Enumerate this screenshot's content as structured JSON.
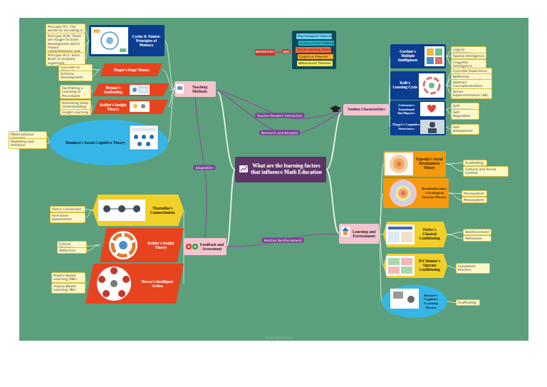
{
  "diagram": {
    "nodes": [
      {
        "text": [
          "What are the learning factors that influence Math Education"
        ]
      },
      {
        "text": [
          "Teaching Methods"
        ]
      },
      {
        "text": [
          "Student Characteristics"
        ]
      },
      {
        "text": [
          "Learning and Environment"
        ]
      },
      {
        "text": [
          "Feedback and Assessment"
        ]
      },
      {
        "text": [
          "REFERENCES"
        ]
      },
      {
        "text": [
          "Cycles & Nature: Principles of Memory"
        ]
      },
      {
        "text": [
          "Principle #1: The words for encoding is known."
        ]
      },
      {
        "text": [
          "Principle #10: There are stages to brain development which impact comprehension and skill development."
        ]
      },
      {
        "text": [
          "Principle #11: Each Brain is uniquely organized."
        ]
      },
      {
        "text": [
          "Piaget's Stage Theory"
        ]
      },
      {
        "text": [
          "Concrete to Abstract"
        ]
      },
      {
        "text": [
          "Schema Development"
        ]
      },
      {
        "text": [
          "Bruner's Scaffolding"
        ]
      },
      {
        "text": [
          "Facilitating a Learning of Procedures"
        ]
      },
      {
        "text": [
          "Kohler's Insight Theory"
        ]
      },
      {
        "text": [
          "Promoting Deep Understanding"
        ]
      },
      {
        "text": [
          "Insight Learning"
        ]
      },
      {
        "text": [
          "Bandura's Social Cognitive Theory"
        ]
      },
      {
        "text": [
          "Observational Learning"
        ]
      },
      {
        "text": [
          "Modelling and Imitation"
        ]
      },
      {
        "text": [
          "Gardner's Multiple Intelligences"
        ]
      },
      {
        "text": [
          "Logical Intelligence"
        ]
      },
      {
        "text": [
          "Spatial Intelligence"
        ]
      },
      {
        "text": [
          "Linguistic Intelligence"
        ]
      },
      {
        "text": [
          "Kolb's Learning Cycle"
        ]
      },
      {
        "text": [
          "Concrete Experience (CE)"
        ]
      },
      {
        "text": [
          "Reflective Observation (RO)"
        ]
      },
      {
        "text": [
          "Abstract Conceptualization (AC)"
        ]
      },
      {
        "text": [
          "Active Experimentation (AE)"
        ]
      },
      {
        "text": [
          "Goleman's Emotional Intelligence"
        ]
      },
      {
        "text": [
          "Self-Awareness"
        ]
      },
      {
        "text": [
          "Self-Regulation"
        ]
      },
      {
        "text": [
          "Piaget's Cognitive Structures"
        ]
      },
      {
        "text": [
          "Self-Assessment"
        ]
      },
      {
        "text": [
          "Vygotsky's Social Development Theory"
        ]
      },
      {
        "text": [
          "Scaffolding"
        ]
      },
      {
        "text": [
          "Cultural and Social Context"
        ]
      },
      {
        "text": [
          "Bronfenbrenner's Ecological Systems Theory"
        ]
      },
      {
        "text": [
          "Microsystem"
        ]
      },
      {
        "text": [
          "Mesosystem"
        ]
      },
      {
        "text": [
          "Pavlov's Classical Conditioning"
        ]
      },
      {
        "text": [
          "Reinforcement"
        ]
      },
      {
        "text": [
          "Motivation"
        ]
      },
      {
        "text": [
          "B F Skinner's Operant Conditioning"
        ]
      },
      {
        "text": [
          "Consistent Practice"
        ]
      },
      {
        "text": [
          "Bruner's Cognitive Learning Theory"
        ]
      },
      {
        "text": [
          "Scaffolding"
        ]
      },
      {
        "text": [
          "Thorndike's Connectionism"
        ]
      },
      {
        "text": [
          "Direct Connection"
        ]
      },
      {
        "text": [
          "Formative Assessment"
        ]
      },
      {
        "text": [
          "Kohler's Insight Theory"
        ]
      },
      {
        "text": [
          "Critical Thinking"
        ]
      },
      {
        "text": [
          "Reflection"
        ]
      },
      {
        "text": [
          "Dewey's Intelligent Action"
        ]
      },
      {
        "text": [
          "Project Based Learning (PBL)"
        ]
      },
      {
        "text": [
          "Inquiry Based Learning (IBL)"
        ]
      }
    ],
    "edges": [
      {
        "from": 0,
        "to": 1,
        "arrow": "none"
      },
      {
        "from": 0,
        "to": 2,
        "arrow": "none"
      },
      {
        "from": 0,
        "to": 3,
        "arrow": "none"
      },
      {
        "from": 0,
        "to": 4,
        "arrow": "none"
      },
      {
        "from": 1,
        "to": 2,
        "label": "Teacher-Student Interaction",
        "arrow": "none"
      },
      {
        "from": 1,
        "to": 2,
        "label": "Research and Analysis",
        "arrow": "none"
      },
      {
        "from": 1,
        "to": 4,
        "label": "Adaptation",
        "arrow": "none"
      },
      {
        "from": 4,
        "to": 3,
        "label": "Positive Reinforcement",
        "arrow": "none"
      },
      {
        "from": 1,
        "to": 6,
        "arrow": "none"
      },
      {
        "from": 1,
        "to": 10,
        "arrow": "none"
      },
      {
        "from": 1,
        "to": 13,
        "arrow": "none"
      },
      {
        "from": 1,
        "to": 15,
        "arrow": "none"
      },
      {
        "from": 1,
        "to": 18,
        "arrow": "none"
      },
      {
        "from": 6,
        "to": 7,
        "arrow": "none"
      },
      {
        "from": 6,
        "to": 8,
        "arrow": "none"
      },
      {
        "from": 6,
        "to": 9,
        "arrow": "none"
      },
      {
        "from": 10,
        "to": 11,
        "arrow": "none"
      },
      {
        "from": 10,
        "to": 12,
        "arrow": "none"
      },
      {
        "from": 13,
        "to": 14,
        "arrow": "none"
      },
      {
        "from": 15,
        "to": 16,
        "arrow": "none"
      },
      {
        "from": 15,
        "to": 17,
        "arrow": "none"
      },
      {
        "from": 18,
        "to": 19,
        "arrow": "none"
      },
      {
        "from": 18,
        "to": 20,
        "arrow": "none"
      },
      {
        "from": 2,
        "to": 21,
        "arrow": "none"
      },
      {
        "from": 2,
        "to": 25,
        "arrow": "none"
      },
      {
        "from": 2,
        "to": 30,
        "arrow": "none"
      },
      {
        "from": 2,
        "to": 33,
        "arrow": "none"
      },
      {
        "from": 21,
        "to": 22,
        "arrow": "none"
      },
      {
        "from": 21,
        "to": 23,
        "arrow": "none"
      },
      {
        "from": 21,
        "to": 24,
        "arrow": "none"
      },
      {
        "from": 25,
        "to": 26,
        "arrow": "none"
      },
      {
        "from": 25,
        "to": 27,
        "arrow": "none"
      },
      {
        "from": 25,
        "to": 28,
        "arrow": "none"
      },
      {
        "from": 25,
        "to": 29,
        "arrow": "none"
      },
      {
        "from": 30,
        "to": 31,
        "arrow": "none"
      },
      {
        "from": 30,
        "to": 32,
        "arrow": "none"
      },
      {
        "from": 33,
        "to": 34,
        "arrow": "none"
      },
      {
        "from": 3,
        "to": 35,
        "arrow": "none"
      },
      {
        "from": 3,
        "to": 38,
        "arrow": "none"
      },
      {
        "from": 3,
        "to": 41,
        "arrow": "none"
      },
      {
        "from": 3,
        "to": 44,
        "arrow": "none"
      },
      {
        "from": 3,
        "to": 46,
        "arrow": "none"
      },
      {
        "from": 35,
        "to": 36,
        "arrow": "none"
      },
      {
        "from": 35,
        "to": 37,
        "arrow": "none"
      },
      {
        "from": 38,
        "to": 39,
        "arrow": "none"
      },
      {
        "from": 38,
        "to": 40,
        "arrow": "none"
      },
      {
        "from": 41,
        "to": 42,
        "arrow": "none"
      },
      {
        "from": 41,
        "to": 43,
        "arrow": "none"
      },
      {
        "from": 44,
        "to": 45,
        "arrow": "none"
      },
      {
        "from": 46,
        "to": 47,
        "arrow": "none"
      },
      {
        "from": 4,
        "to": 48,
        "arrow": "none"
      },
      {
        "from": 4,
        "to": 51,
        "arrow": "none"
      },
      {
        "from": 4,
        "to": 54,
        "arrow": "none"
      },
      {
        "from": 48,
        "to": 49,
        "arrow": "none"
      },
      {
        "from": 48,
        "to": 50,
        "arrow": "none"
      },
      {
        "from": 51,
        "to": 52,
        "arrow": "none"
      },
      {
        "from": 51,
        "to": 53,
        "arrow": "none"
      },
      {
        "from": 54,
        "to": 55,
        "arrow": "none"
      },
      {
        "from": 54,
        "to": 56,
        "arrow": "none"
      }
    ],
    "labels": [
      "KEY",
      "Made with Xmind"
    ],
    "legend": [
      {
        "text": "Psychological Theories",
        "color": "#6fd3f5"
      },
      {
        "text": "Constructivist Theories",
        "color": "#21b7c7"
      },
      {
        "text": "Social Learning Theories",
        "color": "#ff6a3d"
      },
      {
        "text": "Cognitive Theories",
        "color": "#ffa726"
      },
      {
        "text": "Behavioural Theories",
        "color": "#ffe94d"
      }
    ]
  }
}
